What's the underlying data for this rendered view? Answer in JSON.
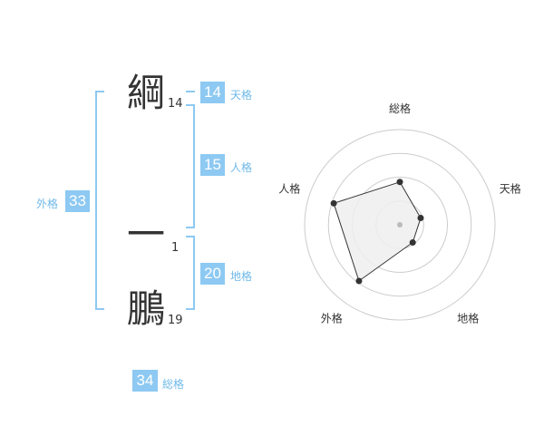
{
  "name": {
    "characters": [
      {
        "char": "綱",
        "strokes": "14"
      },
      {
        "char": "一",
        "strokes": "1"
      },
      {
        "char": "鵬",
        "strokes": "19"
      }
    ]
  },
  "fortune": {
    "tenkaku": {
      "value": "14",
      "label": "天格"
    },
    "jinkaku": {
      "value": "15",
      "label": "人格"
    },
    "chikaku": {
      "value": "20",
      "label": "地格"
    },
    "gaikaku": {
      "value": "33",
      "label": "外格"
    },
    "soukaku": {
      "value": "34",
      "label": "総格"
    }
  },
  "chart_data": {
    "type": "radar",
    "axes": [
      "総格",
      "天格",
      "地格",
      "外格",
      "人格"
    ],
    "values": [
      0.45,
      0.23,
      0.23,
      0.73,
      0.73
    ],
    "range": [
      0,
      1
    ],
    "rings": 4,
    "colors": {
      "fill": "#eeeeee",
      "line": "#333333",
      "grid": "#cccccc",
      "center": "#bbbbbb"
    }
  }
}
